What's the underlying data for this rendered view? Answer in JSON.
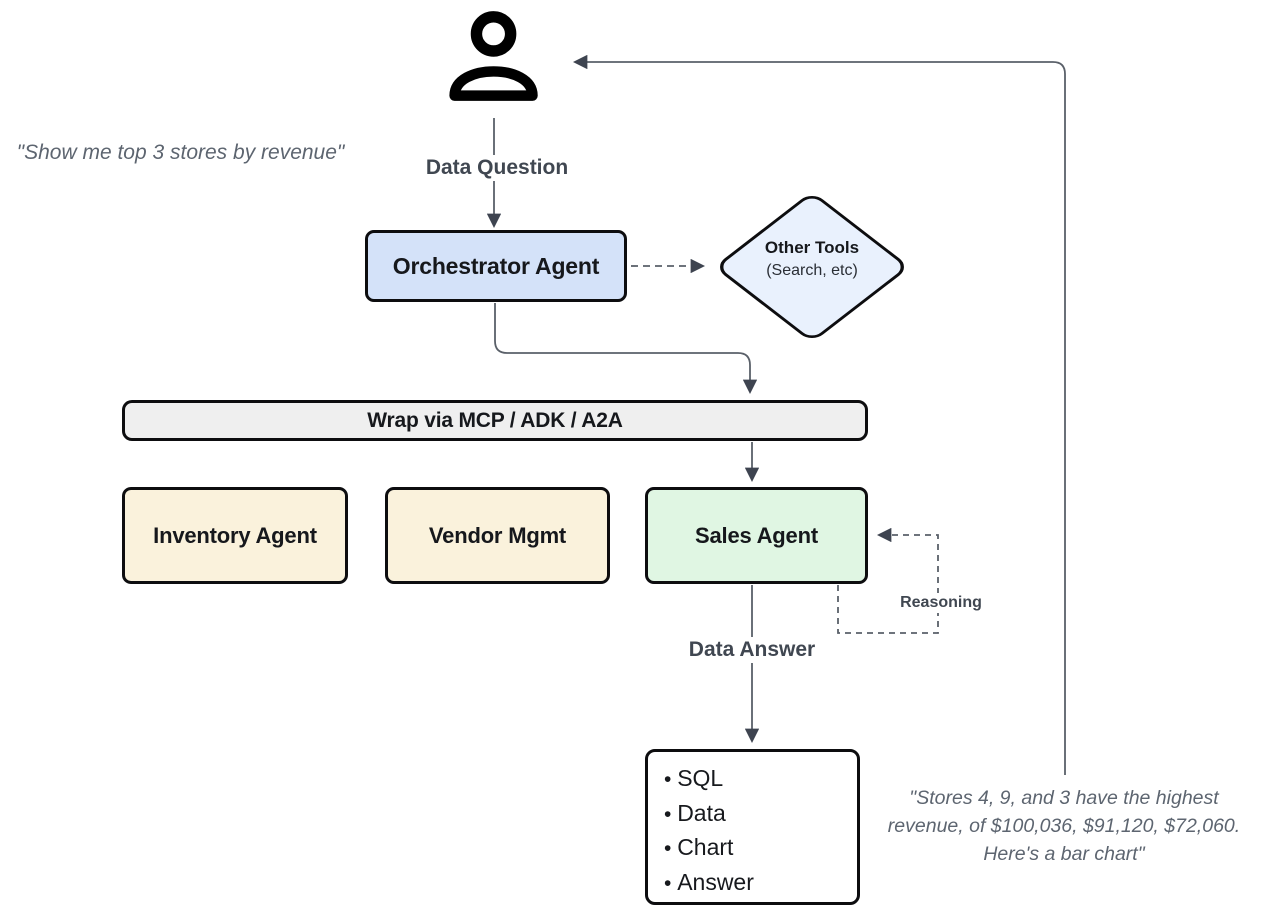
{
  "quotes": {
    "user_question": "\"Show me top 3 stores by revenue\"",
    "agent_answer": "\"Stores 4, 9, and 3 have the highest\nrevenue, of $100,036, $91,120, $72,060.\nHere's a bar chart\""
  },
  "labels": {
    "data_question": "Data Question",
    "data_answer": "Data Answer",
    "reasoning": "Reasoning"
  },
  "nodes": {
    "orchestrator": "Orchestrator Agent",
    "other_tools_title": "Other Tools",
    "other_tools_subtitle": "(Search, etc)",
    "wrap_bar": "Wrap via MCP / ADK / A2A",
    "inventory": "Inventory Agent",
    "vendor": "Vendor Mgmt",
    "sales": "Sales Agent"
  },
  "output_box": {
    "items": [
      "SQL",
      "Data",
      "Chart",
      "Answer"
    ]
  },
  "icons": {
    "user": "user-icon"
  },
  "colors": {
    "border": "#0d0d0f",
    "connector": "#5a6069",
    "arrowhead": "#3e4450",
    "label-text": "#404751",
    "quote-text": "#5d6570",
    "node-text": "#16181c",
    "blue": "#d4e2f9",
    "diamond": "#e9f1fd",
    "gray": "#efefef",
    "yellow": "#faf2dc",
    "green": "#e0f6e3",
    "white": "#ffffff"
  }
}
